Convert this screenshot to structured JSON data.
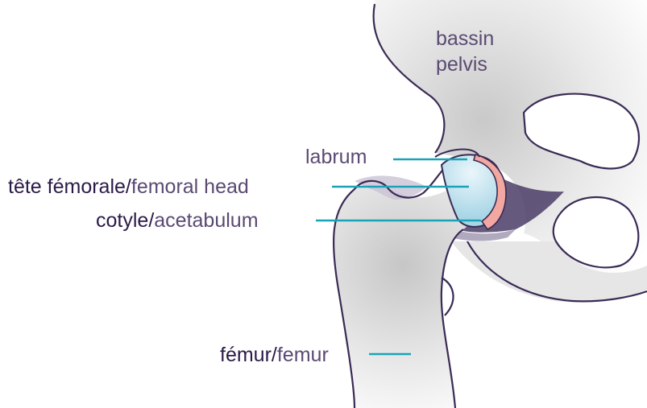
{
  "labels": {
    "pelvis_fr": "bassin",
    "pelvis_en": "pelvis",
    "labrum": "labrum",
    "head_fr": "tête fémorale",
    "head_sep": "/",
    "head_en": "femoral head",
    "acet_fr": "cotyle",
    "acet_sep": "/",
    "acet_en": "acetabulum",
    "femur_fr": "fémur",
    "femur_sep": "/",
    "femur_en": "femur"
  },
  "colors": {
    "outline": "#3a2a55",
    "leader": "#1aa3b8",
    "labrum": "#f2a8a0",
    "cartilage": "#bfe3ef",
    "joint_shadow": "#4a3c66",
    "bone_shade": "#d4d4d4"
  }
}
